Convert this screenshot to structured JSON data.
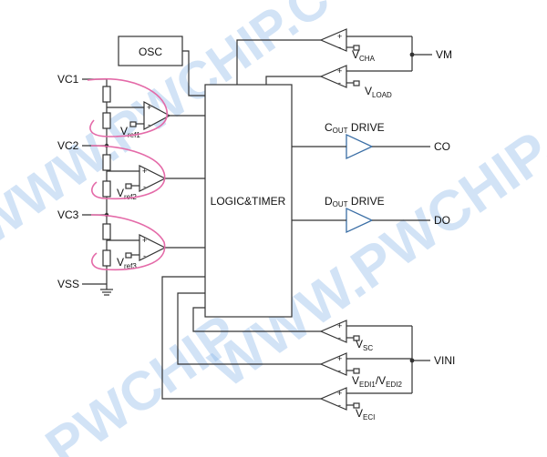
{
  "watermark": {
    "text_1": "WWW.PWCHIP.COM",
    "text_2": "WWW.PWCHIP.COM",
    "text_3": "PWCHIP",
    "color": "#7fb0e8"
  },
  "blocks": {
    "osc": "OSC",
    "logic": "LOGIC&TIMER"
  },
  "pins": {
    "vc1": "VC1",
    "vc2": "VC2",
    "vc3": "VC3",
    "vss": "VSS",
    "vm": "VM",
    "co": "CO",
    "do": "DO",
    "vini": "VINI"
  },
  "drivers": {
    "cout_main": "C",
    "cout_sub": "OUT",
    "cout_tail": " DRIVE",
    "dout_main": "D",
    "dout_sub": "OUT",
    "dout_tail": " DRIVE"
  },
  "references": {
    "vref1_main": "V",
    "vref1_sub": "ref1",
    "vref2_main": "V",
    "vref2_sub": "ref2",
    "vref3_main": "V",
    "vref3_sub": "ref3",
    "vcha_main": "V",
    "vcha_sub": "CHA",
    "vload_main": "V",
    "vload_sub": "LOAD",
    "vsc_main": "V",
    "vsc_sub": "SC",
    "vedi_main1": "V",
    "vedi_sub1": "EDI1",
    "vedi_sep": "/V",
    "vedi_sub2": "EDI2",
    "veci_main": "V",
    "veci_sub": "ECI"
  },
  "signs": {
    "plus": "+",
    "minus": "-"
  },
  "colors": {
    "line": "#333333",
    "driver": "#3a6ea5",
    "annotation": "#e46aa8"
  }
}
